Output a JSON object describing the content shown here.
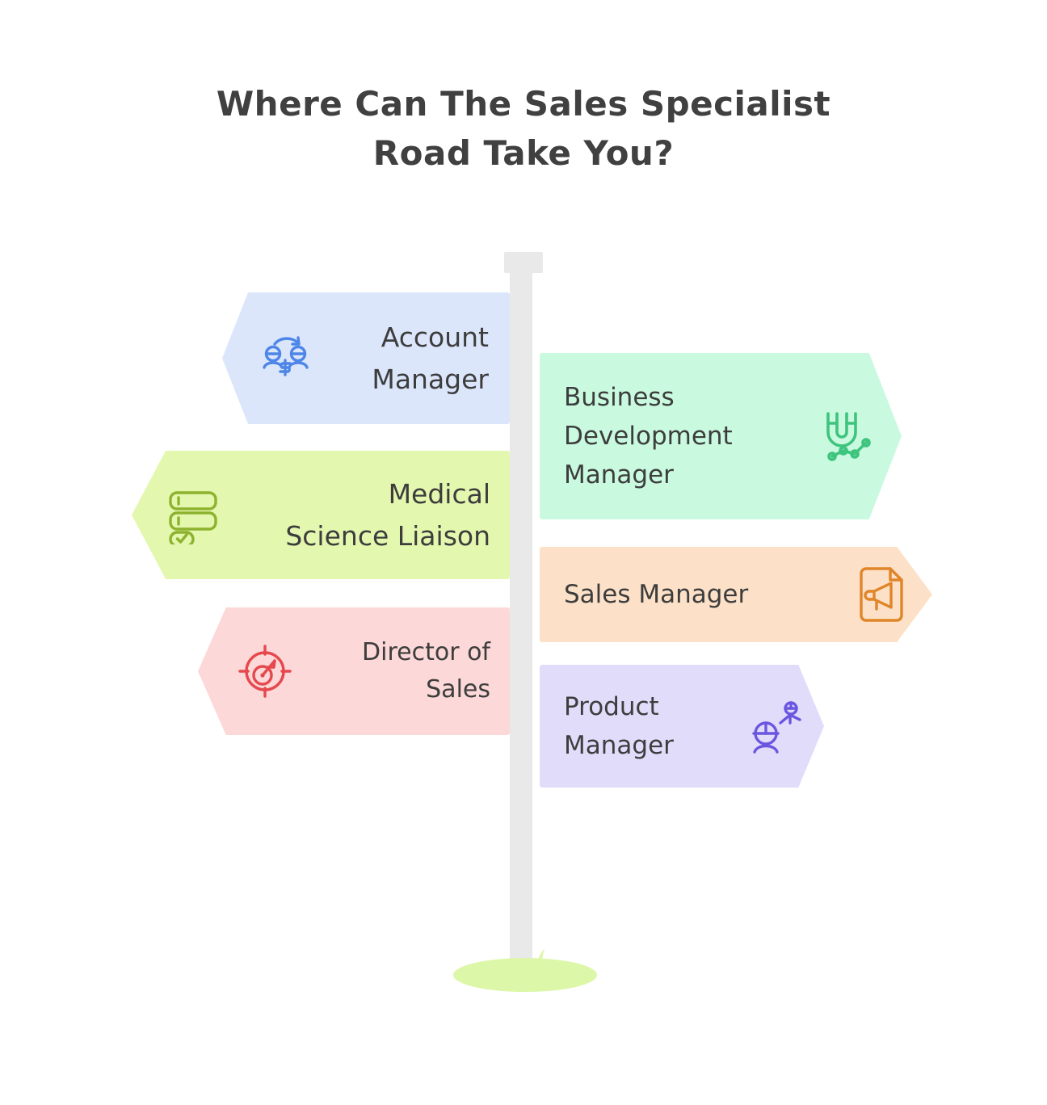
{
  "title": {
    "line1": "Where Can The Sales Specialist",
    "line2": "Road Take You?",
    "color": "#404040"
  },
  "signpost": {
    "post_color": "#e9e9e9",
    "grass_color": "#dcf7a8"
  },
  "signs": [
    {
      "id": "account-manager",
      "label": "Account\nManager",
      "direction": "left",
      "background": "#dce6fb",
      "icon_color": "#4d86e8",
      "icon_name": "people-money-exchange-icon"
    },
    {
      "id": "business-development-manager",
      "label": "Business\nDevelopment\nManager",
      "direction": "right",
      "background": "#c9fadf",
      "icon_color": "#3fc47e",
      "icon_name": "magnet-growth-chart-icon"
    },
    {
      "id": "medical-science-liaison",
      "label": "Medical\nScience Liaison",
      "direction": "left",
      "background": "#e4f7ae",
      "icon_color": "#8db22e",
      "icon_name": "server-stack-check-icon"
    },
    {
      "id": "sales-manager",
      "label": "Sales Manager",
      "direction": "right",
      "background": "#fce1c8",
      "icon_color": "#e08528",
      "icon_name": "document-megaphone-icon"
    },
    {
      "id": "director-of-sales",
      "label": "Director of\nSales",
      "direction": "left",
      "background": "#fcd8d8",
      "icon_color": "#e5484d",
      "icon_name": "target-arrow-icon"
    },
    {
      "id": "product-manager",
      "label": "Product\nManager",
      "direction": "right",
      "background": "#e2dcfb",
      "icon_color": "#6b56e0",
      "icon_name": "people-leadership-icon"
    }
  ]
}
